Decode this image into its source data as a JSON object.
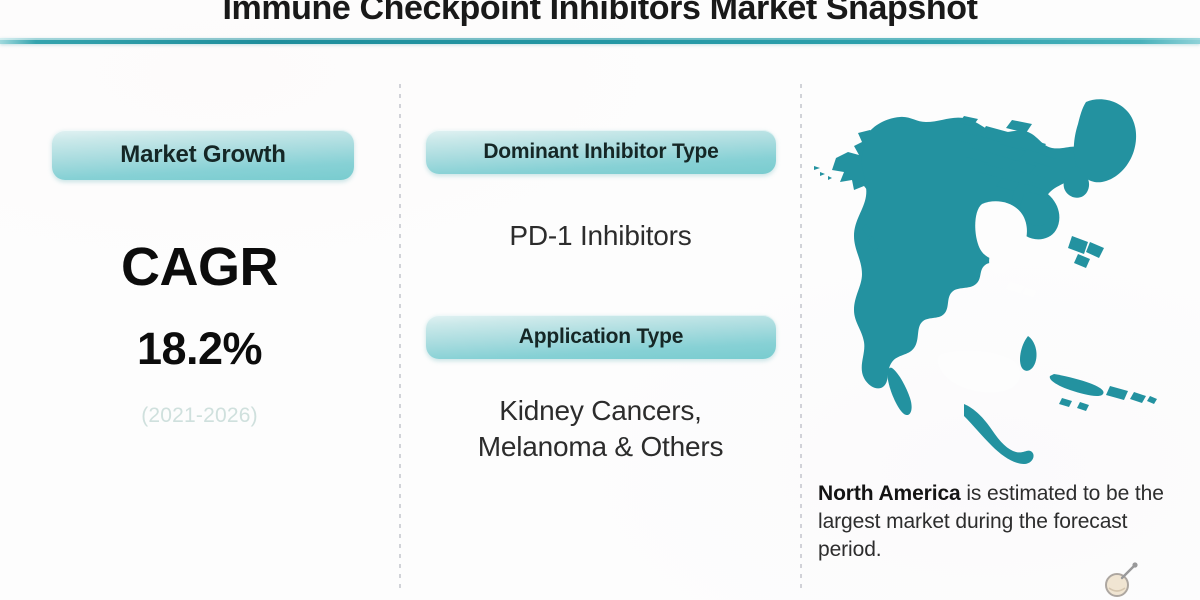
{
  "header": {
    "title": "Immune Checkpoint Inhibitors Market Snapshot",
    "rule_color": "#2497a4"
  },
  "theme": {
    "teal": "#2392a0",
    "pill_gradient_top": "#e2f2f3",
    "pill_gradient_bottom": "#79cccf",
    "pill_text": "#152726",
    "value_text": "#2c2c2c",
    "muted_text": "#cfe0dd",
    "divider": "#c9cbd2",
    "background": "#fdfdfd"
  },
  "panels": {
    "market_growth": {
      "pill_label": "Market Growth",
      "metric_label": "CAGR",
      "metric_value": "18.2%",
      "period": "(2021-2026)"
    },
    "segments": {
      "inhibitor": {
        "pill_label": "Dominant Inhibitor Type",
        "value": "PD-1 Inhibitors"
      },
      "application": {
        "pill_label": "Application Type",
        "value_line1": "Kidney Cancers,",
        "value_line2": "Melanoma & Others"
      }
    },
    "region": {
      "map_name": "north-america-map",
      "map_color": "#2392a0",
      "note_lead": "North America",
      "note_rest": " is estimated to be the largest market during the forecast period."
    }
  }
}
